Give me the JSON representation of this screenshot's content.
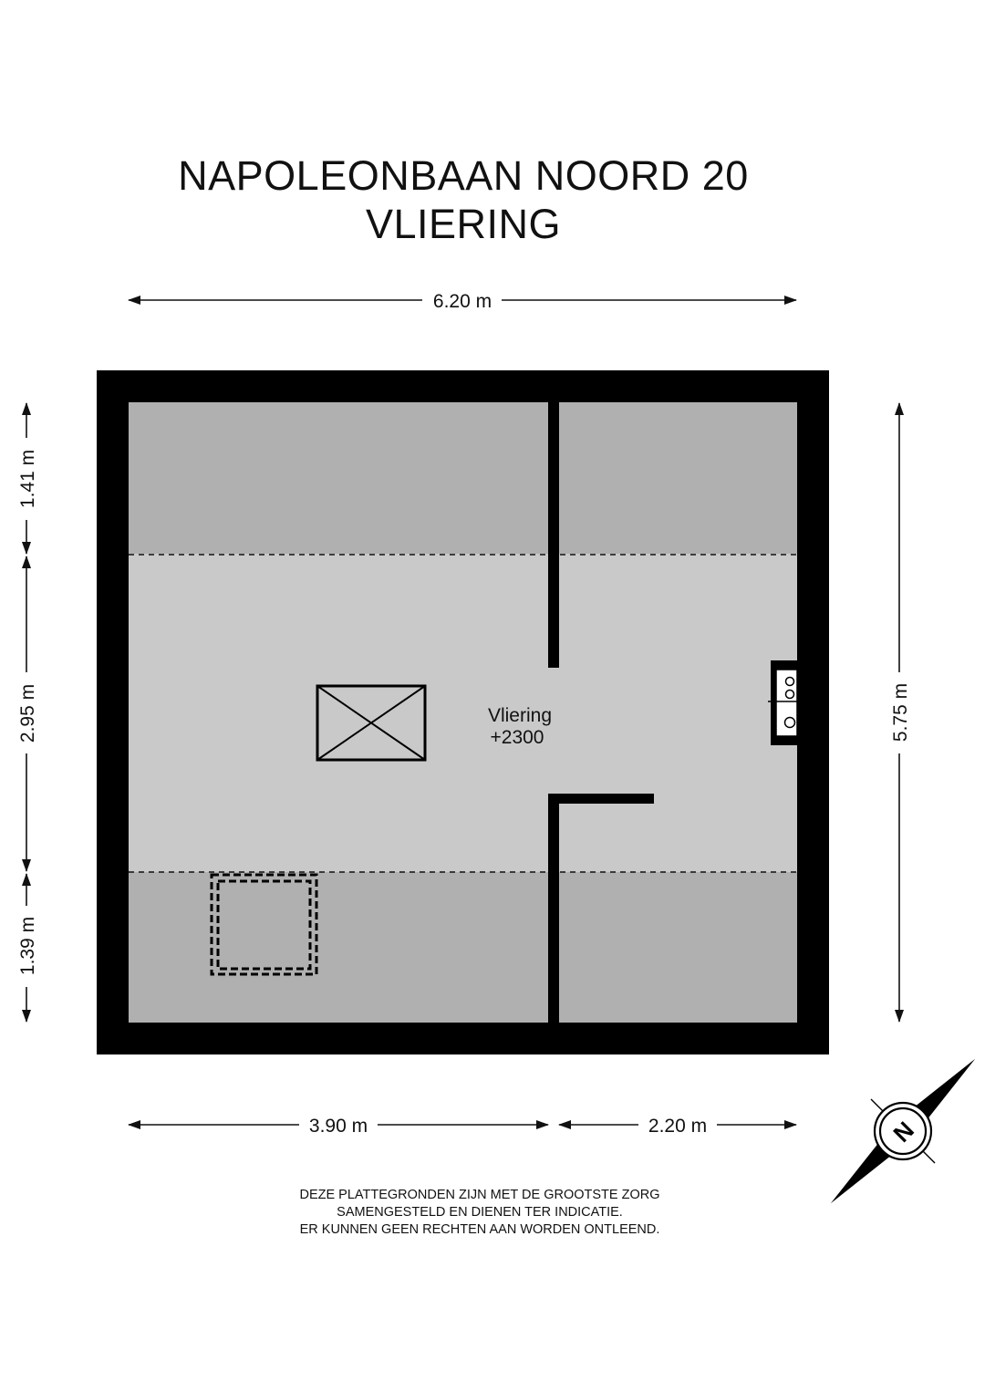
{
  "title": {
    "address": "NAPOLEONBAAN NOORD 20",
    "floor": "VLIERING"
  },
  "dimensions": {
    "top_width": "6.20 m",
    "left_top": "1.41 m",
    "left_middle": "2.95 m",
    "left_bottom": "1.39 m",
    "right_height": "5.75 m",
    "bottom_left": "3.90 m",
    "bottom_right": "2.20 m"
  },
  "room": {
    "name": "Vliering",
    "level": "+2300"
  },
  "compass": {
    "label": "N"
  },
  "disclaimer": {
    "line1": "DEZE PLATTEGRONDEN ZIJN MET DE GROOTSTE ZORG",
    "line2": "SAMENGESTELD EN DIENEN TER INDICATIE.",
    "line3": "ER KUNNEN GEEN RECHTEN AAN WORDEN ONTLEEND."
  },
  "colors": {
    "wall": "#000000",
    "floor_full_height": "#c9c9c9",
    "floor_low_height": "#b0b0b0"
  }
}
